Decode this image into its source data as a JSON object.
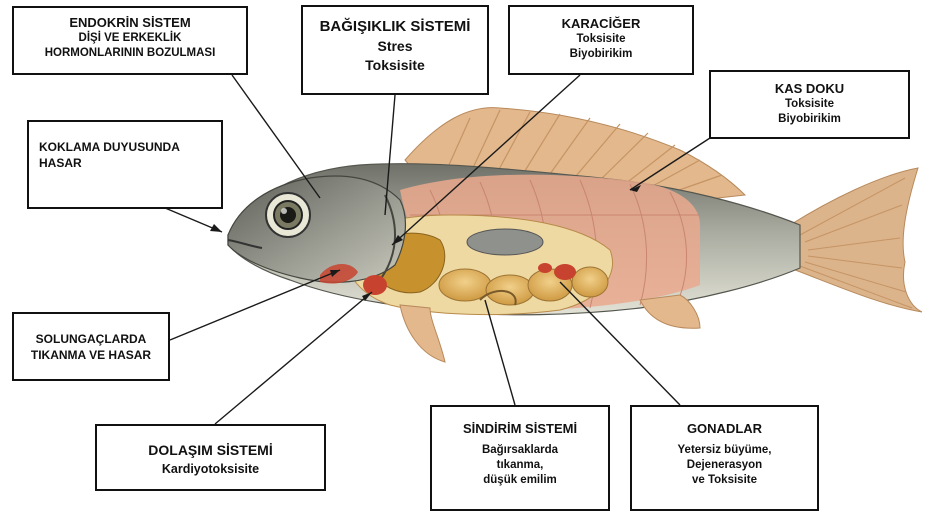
{
  "colors": {
    "fish_back": "#8b8d84",
    "fish_belly": "#dcdccf",
    "muscle": "#e8a888",
    "fin": "#e0b48a",
    "organs": "#d9a94f",
    "liver": "#c7922e",
    "red": "#c8432f",
    "line": "#1a1a1a"
  },
  "labels": {
    "endokrin": {
      "title": "ENDOKRİN SİSTEM",
      "lines": [
        "DİŞİ VE ERKEKLİK",
        "HORMONLARININ BOZULMASI"
      ]
    },
    "bagisiklik": {
      "title": "BAĞIŞIKLIK SİSTEMİ",
      "lines": [
        "Stres",
        "Toksisite"
      ]
    },
    "karaciger": {
      "title": "KARACİĞER",
      "lines": [
        "Toksisite",
        "Biyobirikim"
      ]
    },
    "kas": {
      "title": "KAS DOKU",
      "lines": [
        "Toksisite",
        "Biyobirikim"
      ]
    },
    "koklama": {
      "title": "KOKLAMA DUYUSUNDA",
      "lines": [
        "HASAR"
      ]
    },
    "solungac": {
      "title": "SOLUNGAÇLARDA",
      "lines": [
        "TIKANMA VE HASAR"
      ]
    },
    "dolasim": {
      "title": "DOLAŞIM SİSTEMİ",
      "lines": [
        "Kardiyotoksisite"
      ]
    },
    "sindirim": {
      "title": "SİNDİRİM SİSTEMİ",
      "lines": [
        "Bağırsaklarda",
        "tıkanma,",
        "düşük emilim"
      ]
    },
    "gonadlar": {
      "title": "GONADLAR",
      "lines": [
        "Yetersiz büyüme,",
        "Dejenerasyon",
        "ve Toksisite"
      ]
    }
  }
}
